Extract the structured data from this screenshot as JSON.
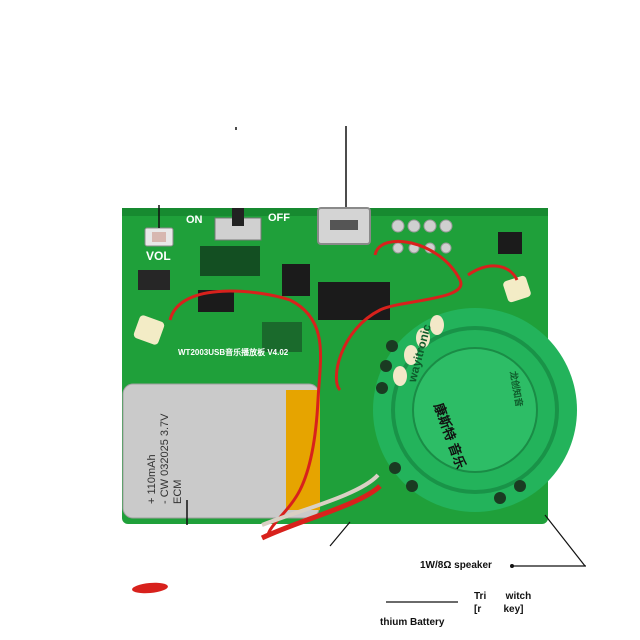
{
  "image": {
    "subject": "sound module circuit board with speaker and lithium battery",
    "colors": {
      "pcb": "#1fa03a",
      "pcb_dark": "#15822c",
      "speaker": "#22b35b",
      "wire_red": "#d8211c",
      "battery": "#c9c9c9",
      "background": "#ffffff"
    }
  },
  "silkscreen": {
    "vol": "VOL",
    "on": "ON",
    "off": "OFF",
    "board_id": "WT2003USB音乐播放板 V4.02",
    "speaker_brand": "wayitronic",
    "speaker_cn": "康斯特 音乐",
    "speaker_arc_cn": "龙创知音"
  },
  "battery_print": {
    "line1": "+ 110mAh",
    "line2": "- CW 032025 3.7V",
    "line3": "ECM"
  },
  "callouts": {
    "speaker": "1W/8Ω speaker",
    "trigger_line1": "Tri       witch",
    "trigger_line2": "[r        key]",
    "battery": "thium Battery"
  }
}
